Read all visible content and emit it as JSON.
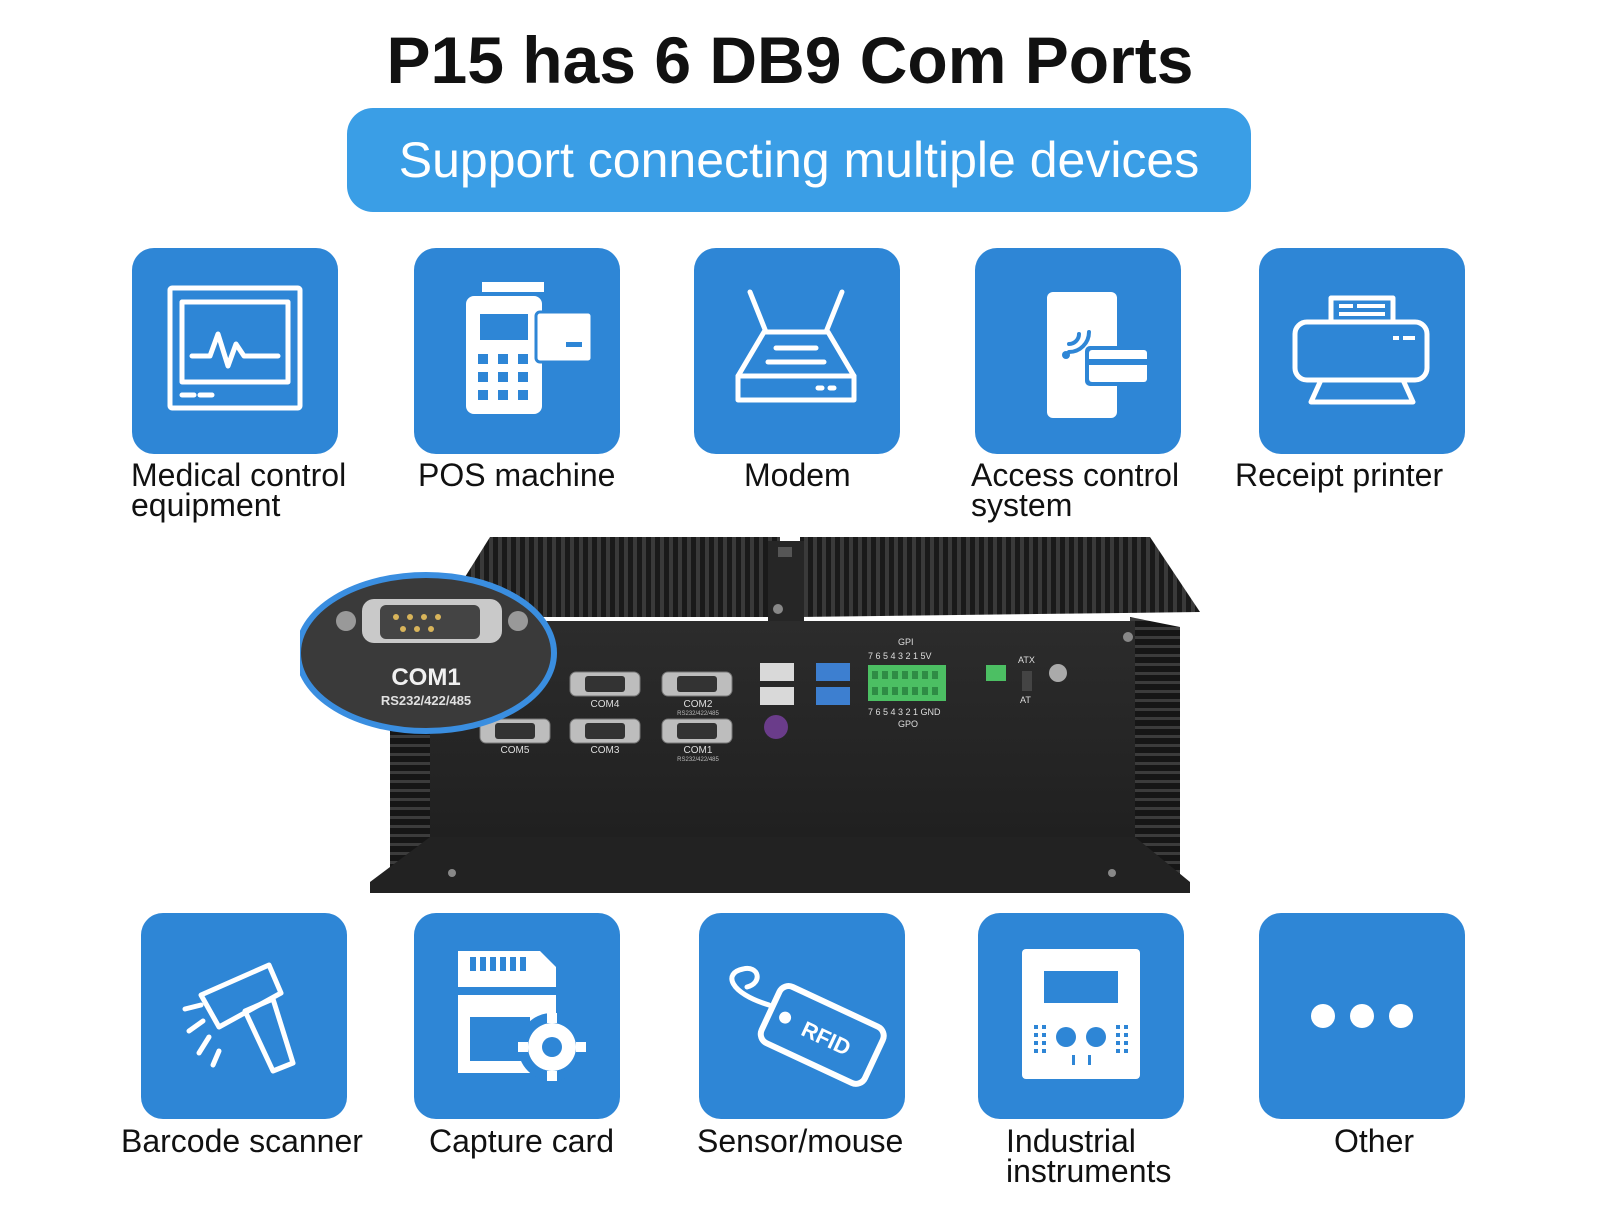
{
  "header": {
    "title": "P15 has 6 DB9 Com Ports",
    "subtitle": "Support connecting multiple devices"
  },
  "colors": {
    "tile_blue": "#2e86d6",
    "pill_blue": "#3a9ee6",
    "text": "#111111"
  },
  "top_items": [
    {
      "icon": "medical-monitor-icon",
      "label_line1": "Medical control",
      "label_line2": "equipment"
    },
    {
      "icon": "pos-machine-icon",
      "label_line1": "POS machine",
      "label_line2": ""
    },
    {
      "icon": "modem-router-icon",
      "label_line1": "Modem",
      "label_line2": ""
    },
    {
      "icon": "access-control-icon",
      "label_line1": "Access control",
      "label_line2": "system"
    },
    {
      "icon": "receipt-printer-icon",
      "label_line1": "Receipt printer",
      "label_line2": ""
    }
  ],
  "bottom_items": [
    {
      "icon": "barcode-scanner-icon",
      "label_line1": "Barcode scanner",
      "label_line2": ""
    },
    {
      "icon": "capture-card-icon",
      "label_line1": "Capture card",
      "label_line2": ""
    },
    {
      "icon": "rfid-tag-icon",
      "label_line1": "Sensor/mouse",
      "label_line2": ""
    },
    {
      "icon": "industrial-instrument-icon",
      "label_line1": "Industrial",
      "label_line2": "instruments"
    },
    {
      "icon": "more-dots-icon",
      "label_line1": "Other",
      "label_line2": ""
    }
  ],
  "device": {
    "zoom_port": "COM1",
    "zoom_port_spec": "RS232/422/485",
    "ports": {
      "com1": "COM1",
      "com2": "COM2",
      "com3": "COM3",
      "com4": "COM4",
      "com5": "COM5",
      "rs_spec": "RS232/422/485"
    },
    "gpi": "GPI",
    "gpi_pins": "7 6 5 4 3 2 1 5V",
    "gpo": "GPO",
    "gpo_pins": "7 6 5 4 3 2 1 GND",
    "atx": "ATX",
    "at": "AT"
  },
  "icon_texts": {
    "rfid": "RFID"
  }
}
